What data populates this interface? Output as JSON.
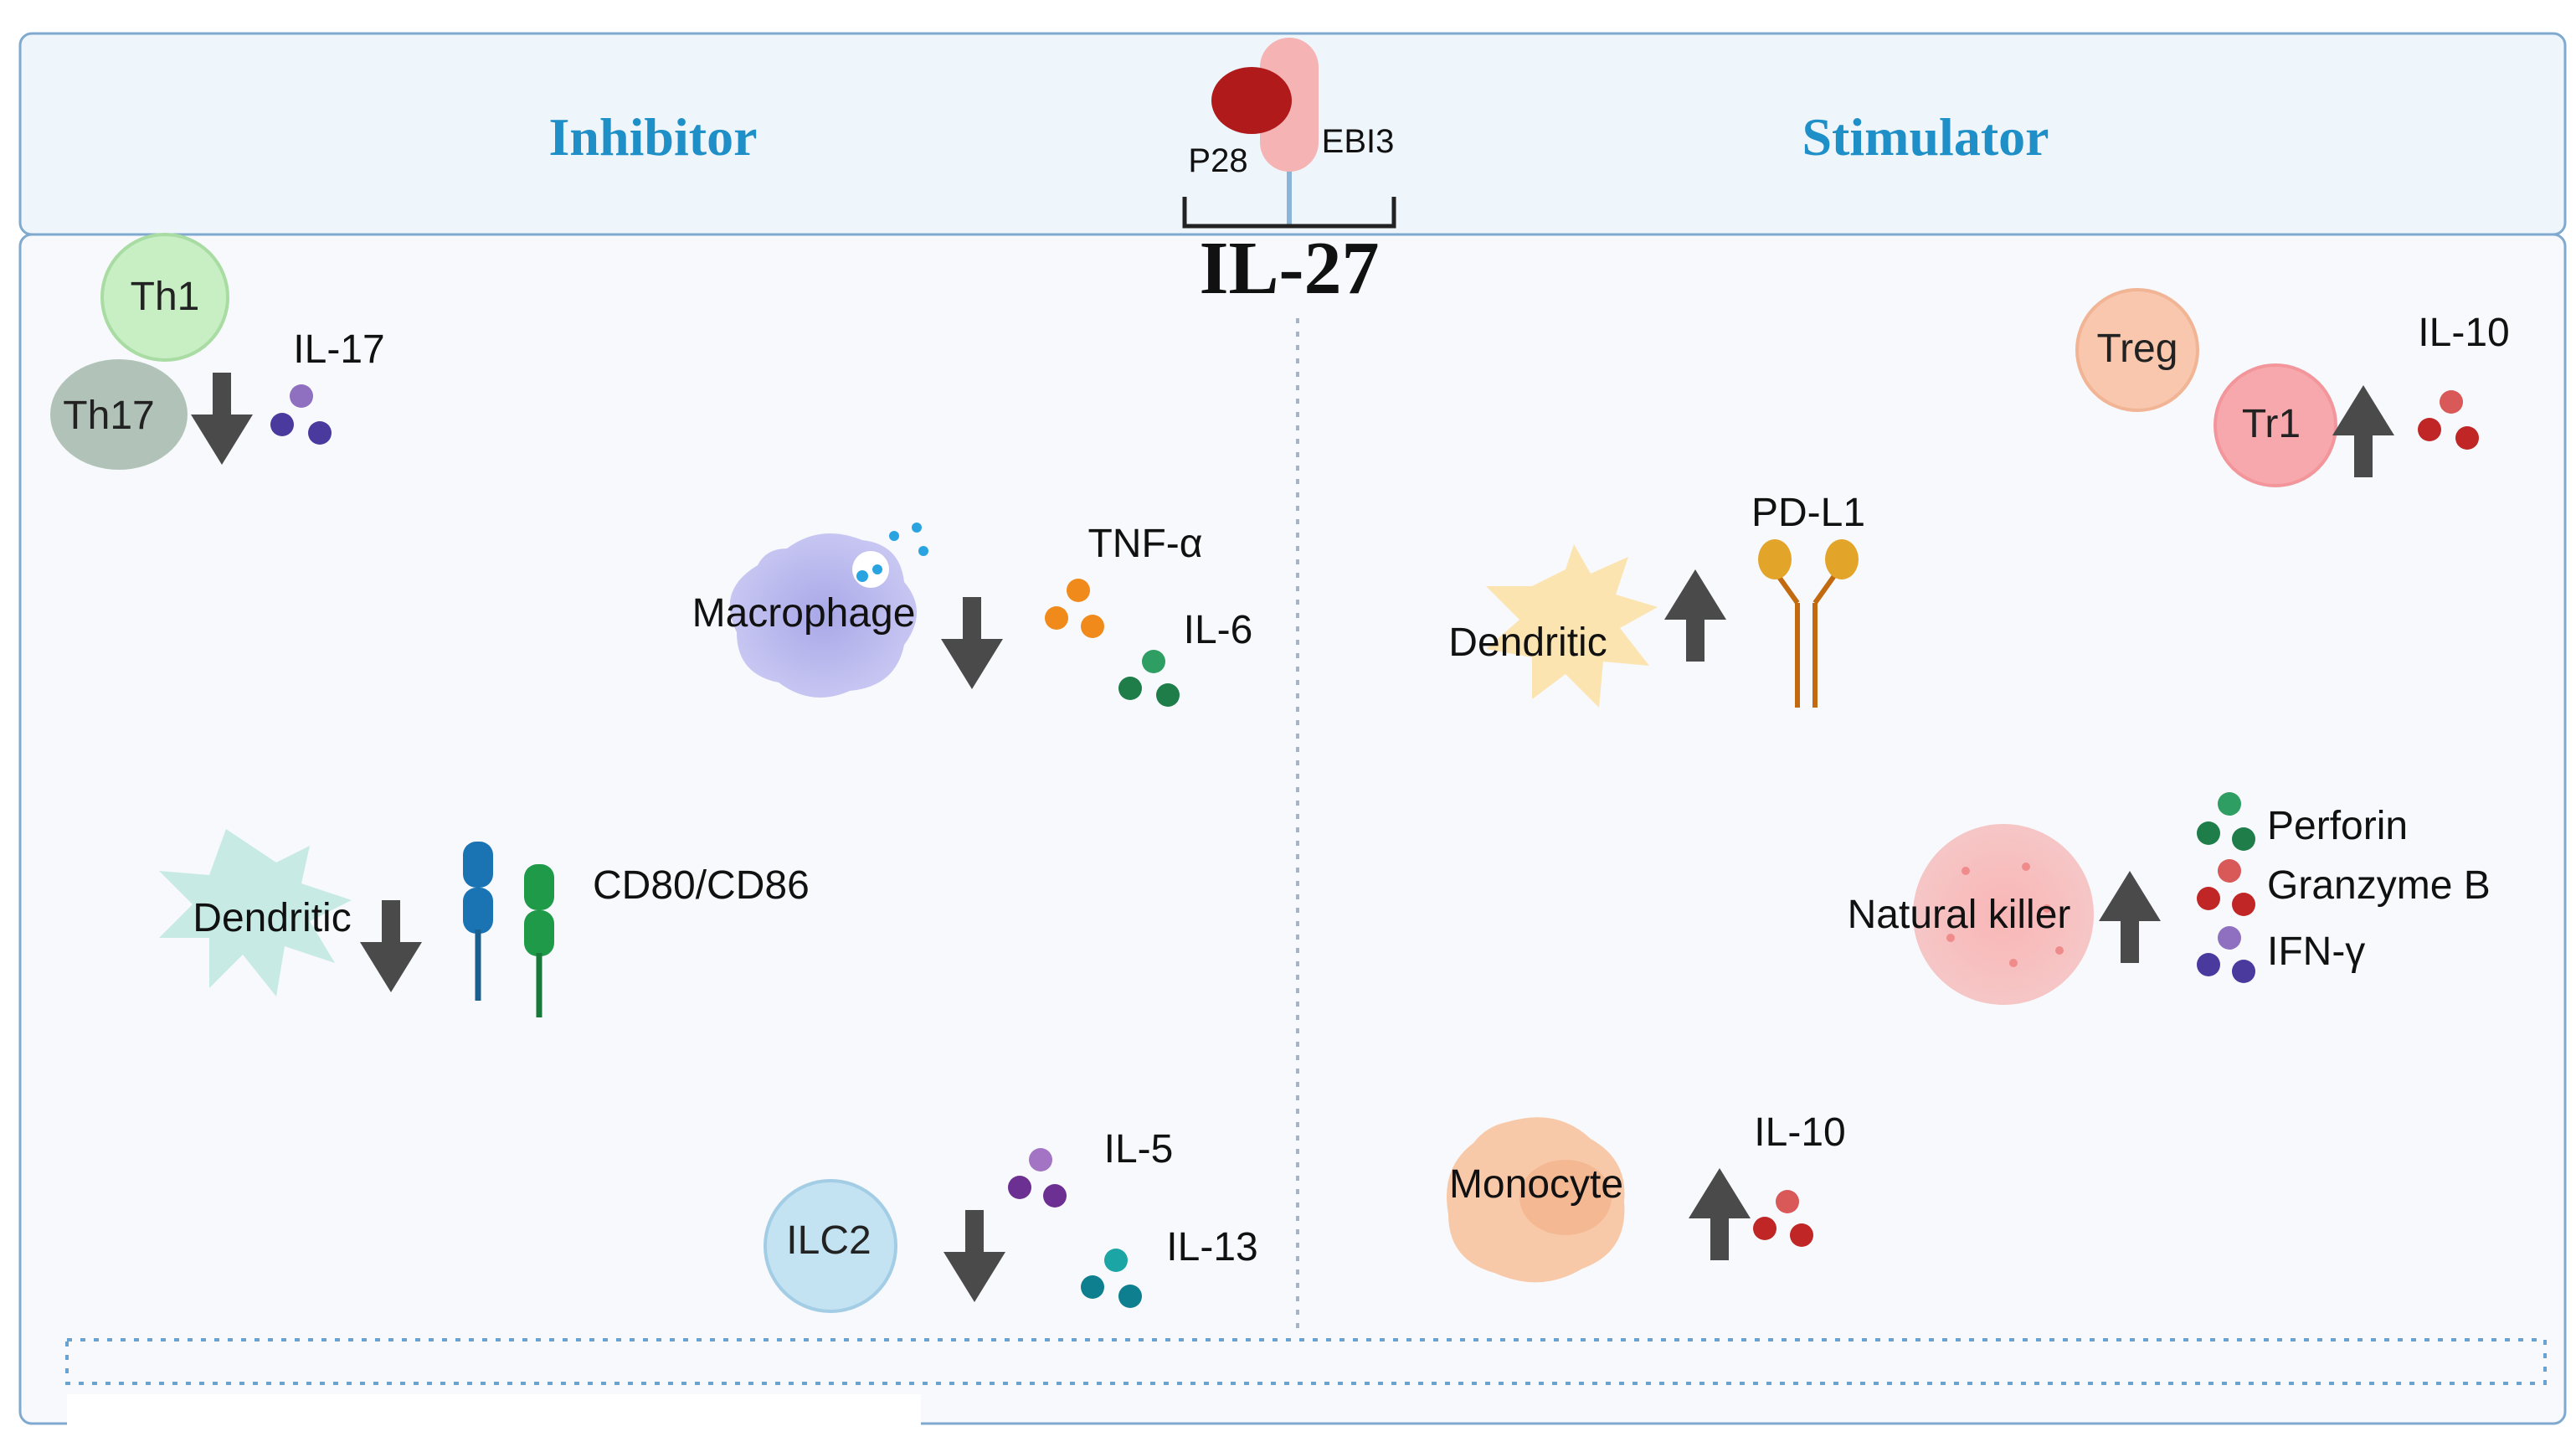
{
  "header": {
    "left": "Inhibitor",
    "right": "Stimulator",
    "subunit_left": "P28",
    "subunit_right": "EBI3",
    "cytokine": "IL-27"
  },
  "inhibitor": {
    "th1": "Th1",
    "th17": "Th17",
    "il17": "IL-17",
    "macrophage": "Macrophage",
    "tnf": "TNF-α",
    "il6": "IL-6",
    "dendritic": "Dendritic",
    "cd80": "CD80/CD86",
    "ilc2": "ILC2",
    "il5": "IL-5",
    "il13": "IL-13"
  },
  "stimulator": {
    "treg": "Treg",
    "tr1": "Tr1",
    "il10_top": "IL-10",
    "pdl1": "PD-L1",
    "dendritic": "Dendritic",
    "nk": "Natural killer",
    "perforin": "Perforin",
    "granzyme": "Granzyme B",
    "ifn": "IFN-γ",
    "monocyte": "Monocyte",
    "il10_bottom": "IL-10"
  },
  "colors": {
    "header_bg": "#eef5fb",
    "panel_bg": "#f7f9fc",
    "header_text": "#1f8fc7",
    "arrow": "#4a4a4a"
  }
}
